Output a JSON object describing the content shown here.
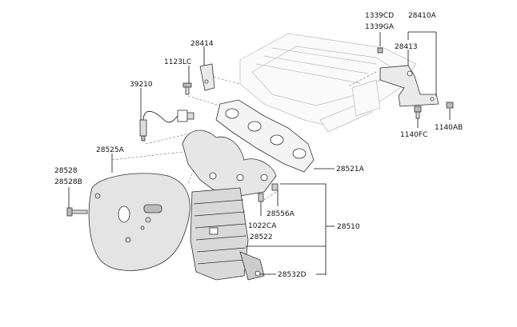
{
  "labels": {
    "p1339CD": "1339CD",
    "p1339GA": "1339GA",
    "p28410A": "28410A",
    "p28413": "28413",
    "p28414": "28414",
    "p1123LC": "1123LC",
    "p39210": "39210",
    "p1140FC": "1140FC",
    "p1140AB": "1140AB",
    "p28525A": "28525A",
    "p28528": "28528",
    "p28528B": "28528B",
    "p28521A": "28521A",
    "p28556A": "28556A",
    "p1022CA": "1022CA",
    "p28522": "28522",
    "p28510": "28510",
    "p28532D": "28532D"
  }
}
